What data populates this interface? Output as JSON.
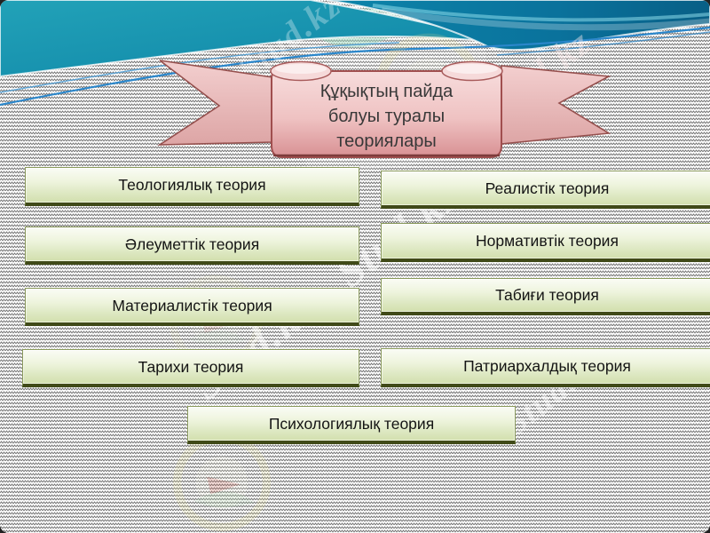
{
  "slide": {
    "title": {
      "lines": [
        "Құқықтың пайда",
        "болуы туралы",
        "теориялары"
      ],
      "full": "Құқықтың пайда болуы туралы теориялары"
    },
    "theories": {
      "left": [
        "Теологиялық теория",
        "Әлеуметтік теория",
        "Материалистік теория",
        "Тарихи теория"
      ],
      "right": [
        "Реалистік теория",
        "Нормативтік теория",
        "Табиғи теория",
        "Патриархалдық теория"
      ],
      "bottom": "Психологиялық теория"
    },
    "watermark": {
      "full": "Stud.kz - Stud.kz",
      "short": "Stud.kz"
    },
    "colors": {
      "teal_left": "#1a96af",
      "teal_right": "#0b7ba0",
      "blue_line": "#2b87cb",
      "ribbon_fill_top": "#f7dcdc",
      "ribbon_fill_bottom": "#d89093",
      "ribbon_border": "#a04e4e",
      "box_fill_top": "#fafcf5",
      "box_fill_bottom": "#d2dfad",
      "box_border": "#8a9a5b",
      "box_border_bottom": "#404a18",
      "zigzag_gray": "#6f6f6f"
    }
  }
}
